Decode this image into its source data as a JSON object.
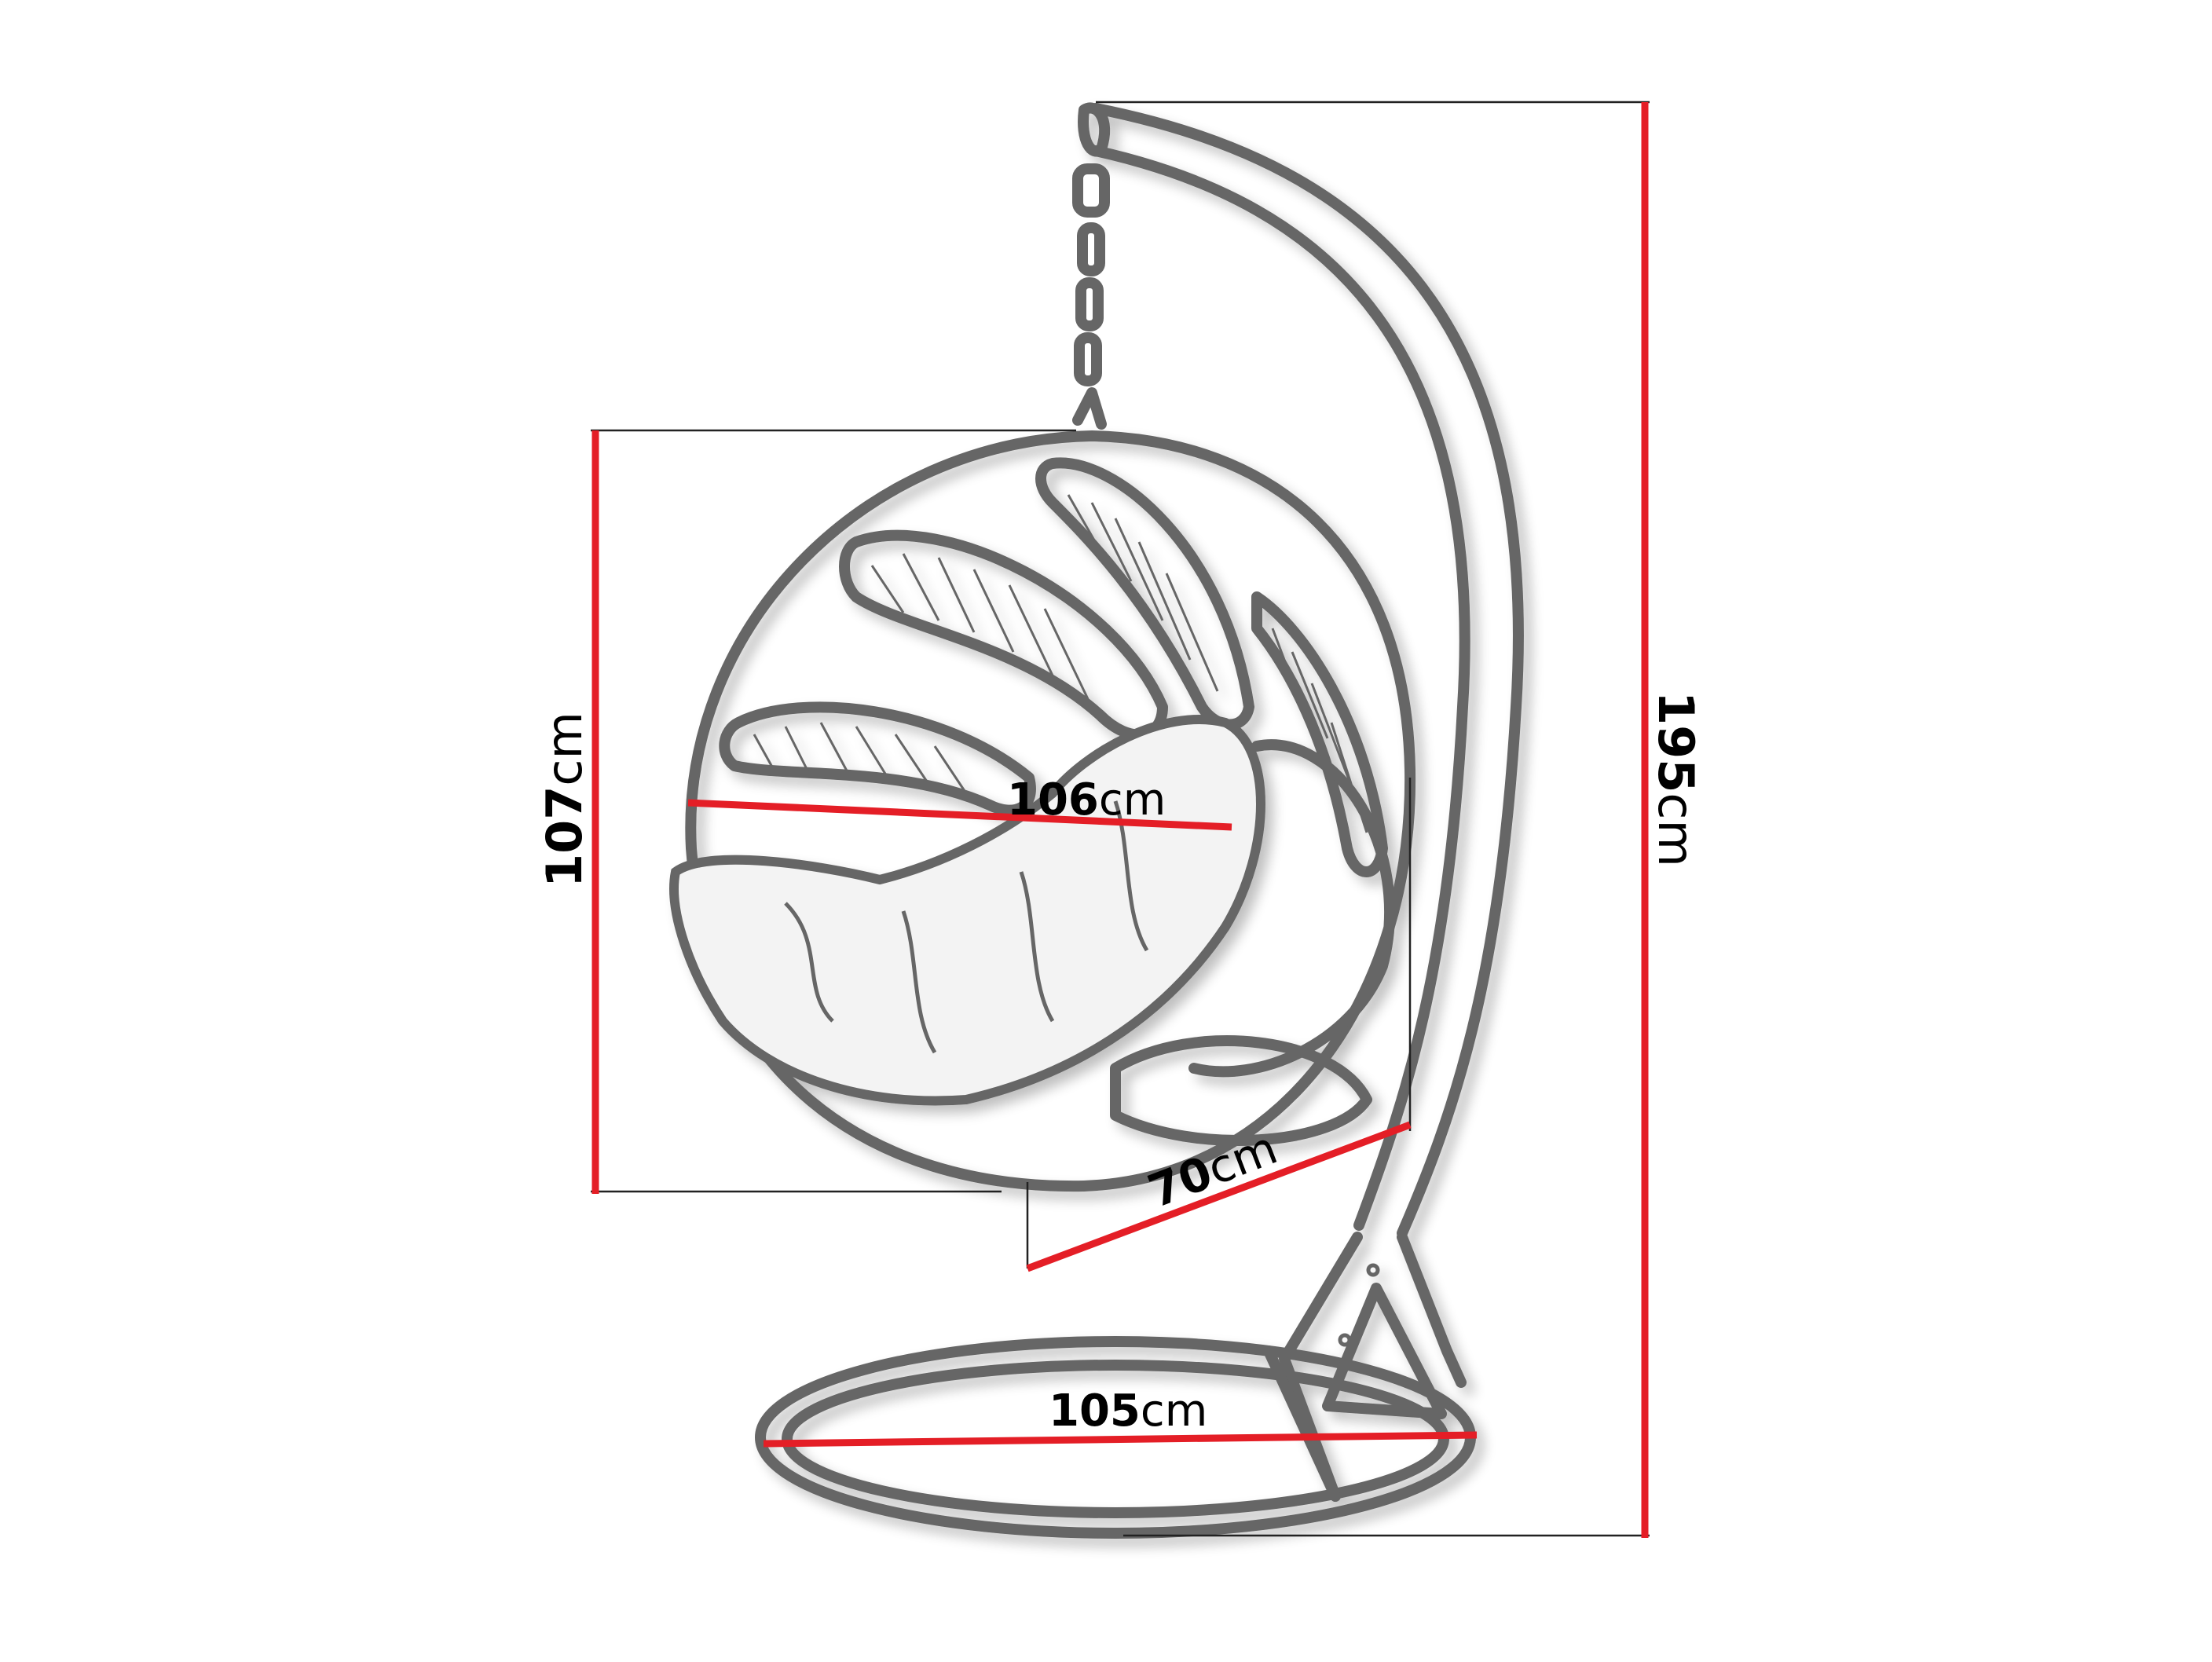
{
  "diagram": {
    "type": "product-dimension-drawing",
    "subject": "hanging egg chair with stand",
    "colors": {
      "outline": "#666666",
      "dimension_line": "#e41e26",
      "extension_line": "#222222",
      "label_text": "#000000",
      "background": "#ffffff"
    },
    "dimensions": {
      "basket_height": {
        "value": "107",
        "unit": "cm"
      },
      "basket_width": {
        "value": "106",
        "unit": "cm"
      },
      "basket_depth": {
        "value": "70",
        "unit": "cm"
      },
      "base_diameter": {
        "value": "105",
        "unit": "cm"
      },
      "total_height": {
        "value": "195",
        "unit": "cm"
      }
    }
  }
}
